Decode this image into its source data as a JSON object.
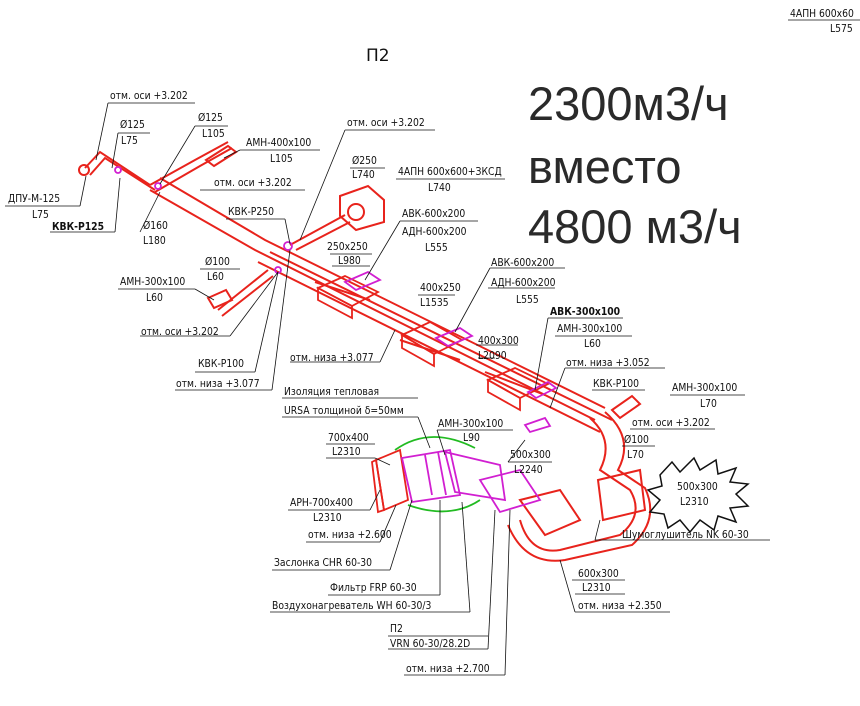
{
  "title": "П2",
  "note_lines": [
    "2300м3/ч",
    "вместо",
    "4800 м3/ч"
  ],
  "top_right": {
    "line1": "4АПН 600х60",
    "line2": "L575"
  },
  "labels": {
    "axis_top": "отм. оси +3.202",
    "d125a": "Ø125",
    "l75a": "L75",
    "d125b": "Ø125",
    "l105a": "L105",
    "amn400": "АМН-400х100",
    "l105b": "L105",
    "axis_mid": "отм. оси +3.202",
    "dpu": "ДПУ-М-125",
    "l75b": "L75",
    "kvk125": "КВК-Р125",
    "d160": "Ø160",
    "l180": "L180",
    "axis_r": "отм. оси +3.202",
    "d250": "Ø250",
    "l740": "L740",
    "apn600": "4АПН 600х600+ЗКСД",
    "l740b": "L740",
    "kvk250": "КВК-Р250",
    "avk600a": "АВК-600х200",
    "adn600a": "АДН-600х200",
    "l555a": "L555",
    "d250x": "250х250",
    "l980": "L980",
    "d100a": "Ø100",
    "l60a": "L60",
    "amn300a": "АМН-300х100",
    "l60b": "L60",
    "axis_l": "отм. оси +3.202",
    "d400": "400х250",
    "l1535": "L1535",
    "avk600b": "АВК-600х200",
    "adn600b": "АДН-600х200",
    "l555b": "L555",
    "avk300": "АВК-300х100",
    "amn300b": "АМН-300х100",
    "l60c": "L60",
    "kvk100a": "КВК-Р100",
    "niz3077a": "отм. низа +3.077",
    "niz3077b": "отм. низа +3.077",
    "d400x300": "400х300",
    "l2090": "L2090",
    "niz3052": "отм. низа +3.052",
    "kvk100b": "КВК-Р100",
    "amn300c": "АМН-300х100",
    "l70a": "L70",
    "axis_rr": "отм. оси +3.202",
    "d100b": "Ø100",
    "l70b": "L70",
    "iso1": "Изоляция тепловая",
    "iso2": "URSA толщиной δ=50мм",
    "d700": "700х400",
    "l2310a": "L2310",
    "amn300d": "АМН-300х100",
    "l90": "L90",
    "d500a": "500х300",
    "l2240": "L2240",
    "d500b": "500х300",
    "l2310b": "L2310",
    "arn700": "АРН-700х400",
    "l2310c": "L2310",
    "niz2600": "отм. низа +2.600",
    "zasl": "Заслонка CHR 60-30",
    "shum": "Шумоглушитель NK 60-30",
    "filtr": "Фильтр FRP 60-30",
    "d600": "600х300",
    "l2310d": "L2310",
    "vozd": "Воздухонагреватель WH 60-30/3",
    "niz2350": "отм. низа +2.350",
    "p2": "П2",
    "vrn": "VRN 60-30/28.2D",
    "niz2700": "отм. низа +2.700"
  },
  "colors": {
    "duct": "#e8231c",
    "fitting": "#d11fd1",
    "insulation": "#22bb22",
    "text": "#111111",
    "note": "#2a2a2a"
  }
}
